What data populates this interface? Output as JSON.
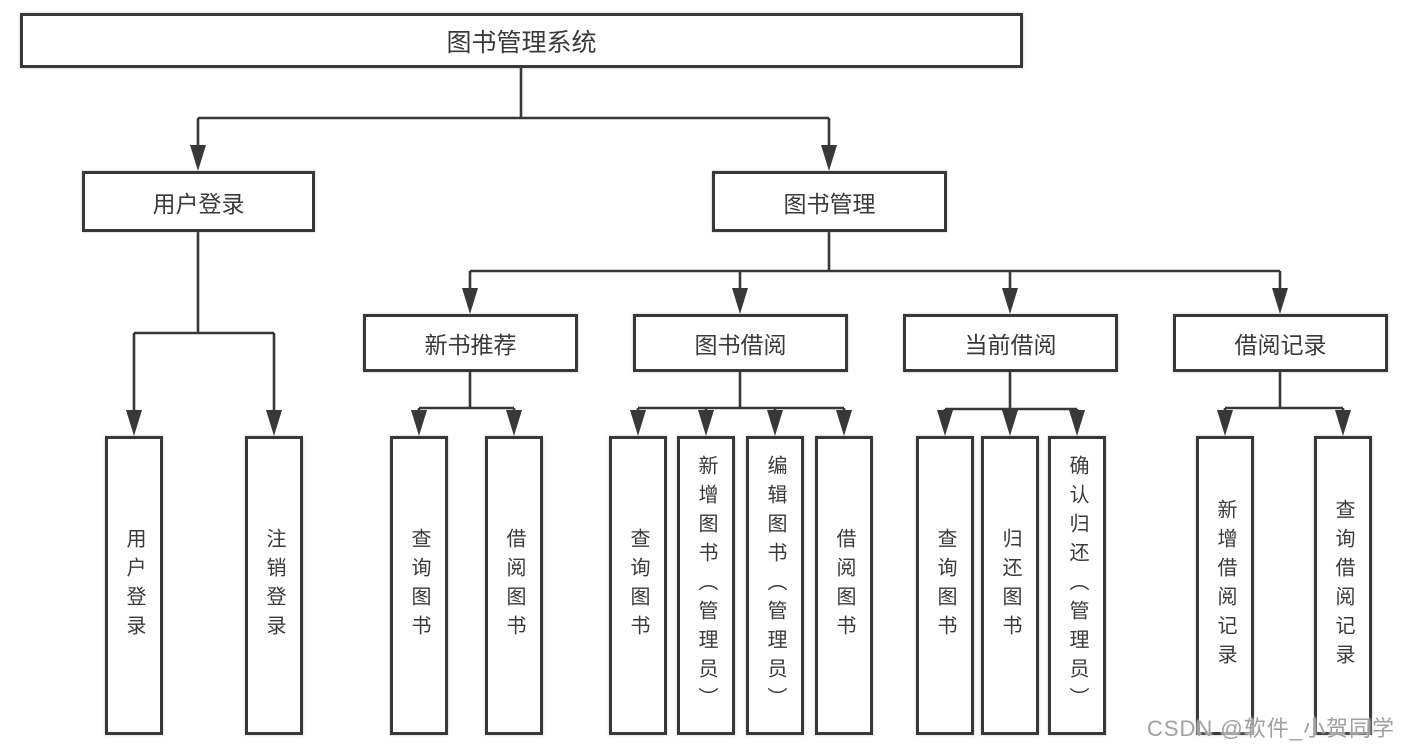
{
  "diagram": {
    "root": "图书管理系统",
    "branches": [
      {
        "label": "用户登录",
        "children": [
          "用户登录",
          "注销登录"
        ]
      },
      {
        "label": "图书管理",
        "sections": [
          {
            "label": "新书推荐",
            "children": [
              "查询图书",
              "借阅图书"
            ]
          },
          {
            "label": "图书借阅",
            "children": [
              "查询图书",
              "新增图书（管理员）",
              "编辑图书（管理员）",
              "借阅图书"
            ]
          },
          {
            "label": "当前借阅",
            "children": [
              "查询图书",
              "归还图书",
              "确认归还（管理员）"
            ]
          },
          {
            "label": "借阅记录",
            "children": [
              "新增借阅记录",
              "查询借阅记录"
            ]
          }
        ]
      }
    ]
  },
  "watermark": "CSDN @软件_小贺同学",
  "colors": {
    "line": "#383838",
    "box_border": "#383838",
    "text": "#3a3a3a",
    "background": "#ffffff",
    "watermark": "#a0a0a0"
  }
}
